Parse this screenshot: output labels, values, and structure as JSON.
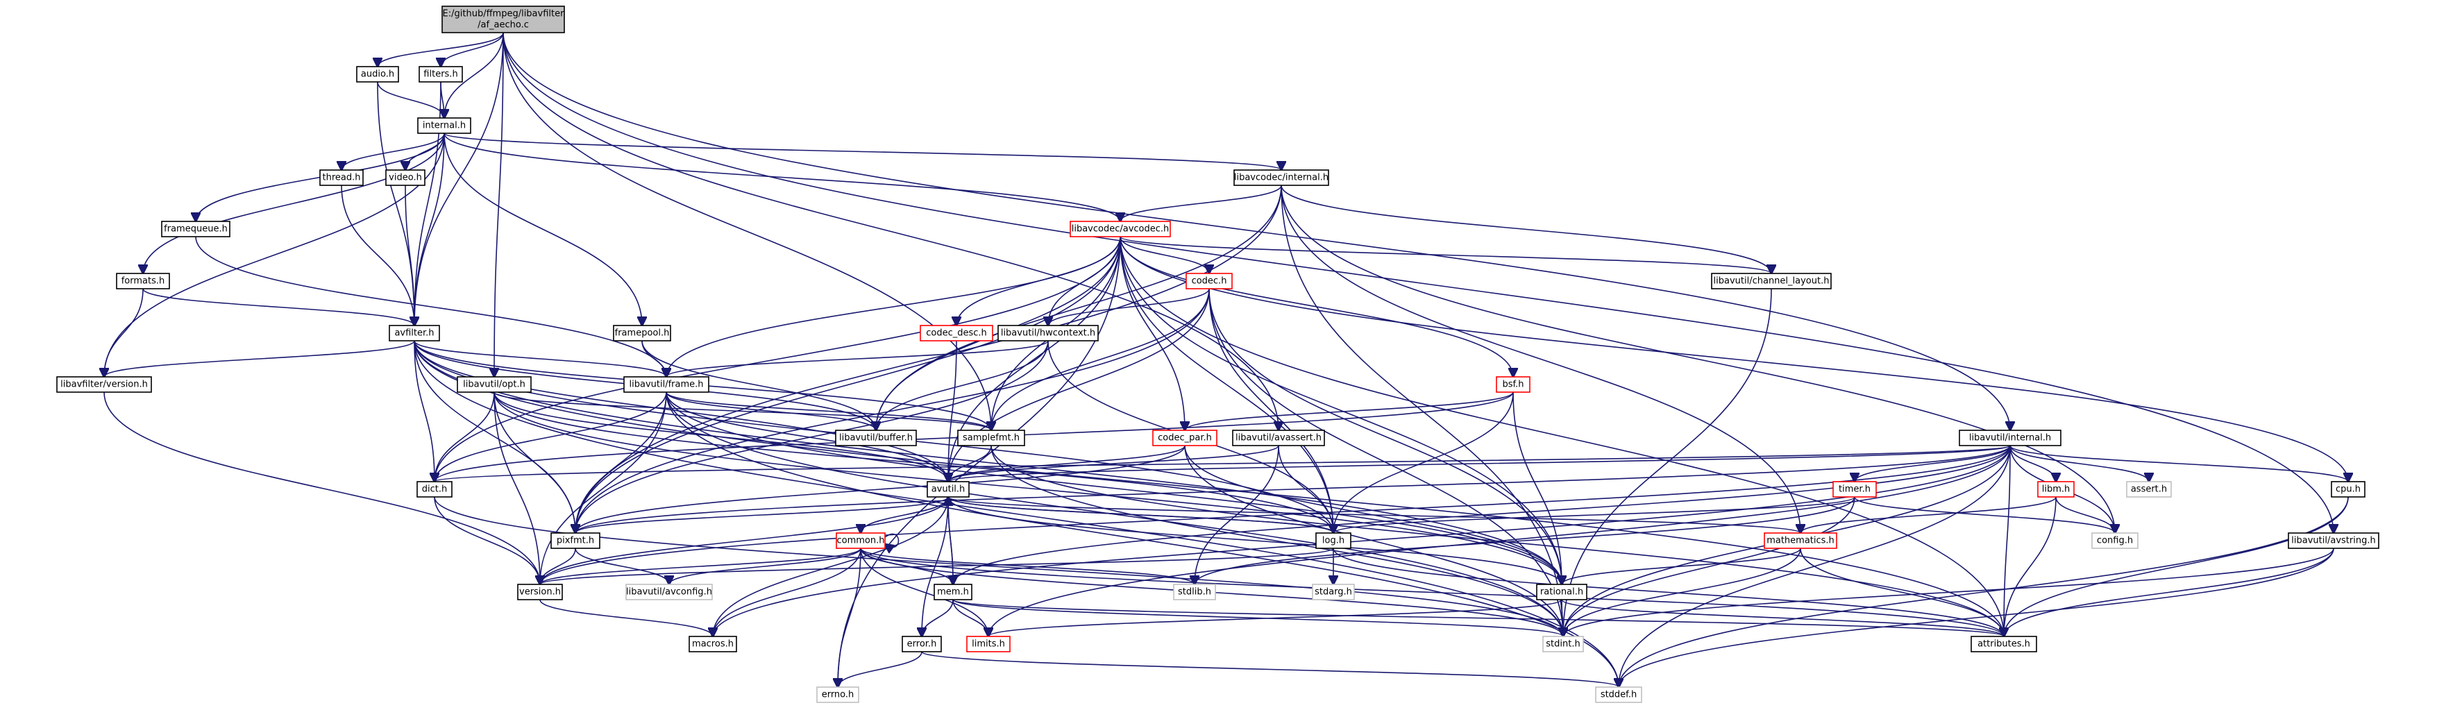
{
  "graph": {
    "nodes": [
      {
        "id": "af_aecho_c",
        "lines": [
          "E:/github/ffmpeg/libavfilter",
          "/af_aecho.c"
        ],
        "style": "root"
      },
      {
        "id": "audio_h",
        "lines": [
          "audio.h"
        ],
        "style": "normal"
      },
      {
        "id": "filters_h",
        "lines": [
          "filters.h"
        ],
        "style": "normal"
      },
      {
        "id": "internal_h",
        "lines": [
          "internal.h"
        ],
        "style": "normal"
      },
      {
        "id": "thread_h",
        "lines": [
          "thread.h"
        ],
        "style": "normal"
      },
      {
        "id": "video_h",
        "lines": [
          "video.h"
        ],
        "style": "normal"
      },
      {
        "id": "framequeue_h",
        "lines": [
          "framequeue.h"
        ],
        "style": "normal"
      },
      {
        "id": "formats_h",
        "lines": [
          "formats.h"
        ],
        "style": "normal"
      },
      {
        "id": "avfilter_h",
        "lines": [
          "avfilter.h"
        ],
        "style": "normal"
      },
      {
        "id": "framepool_h",
        "lines": [
          "framepool.h"
        ],
        "style": "normal"
      },
      {
        "id": "libavfilter_version_h",
        "lines": [
          "libavfilter/version.h"
        ],
        "style": "normal"
      },
      {
        "id": "libavutil_opt_h",
        "lines": [
          "libavutil/opt.h"
        ],
        "style": "normal"
      },
      {
        "id": "libavutil_frame_h",
        "lines": [
          "libavutil/frame.h"
        ],
        "style": "normal"
      },
      {
        "id": "libavcodec_internal_h",
        "lines": [
          "libavcodec/internal.h"
        ],
        "style": "normal"
      },
      {
        "id": "libavcodec_avcodec_h",
        "lines": [
          "libavcodec/avcodec.h"
        ],
        "style": "red"
      },
      {
        "id": "codec_desc_h",
        "lines": [
          "codec_desc.h"
        ],
        "style": "red"
      },
      {
        "id": "libavutil_hwcontext_h",
        "lines": [
          "libavutil/hwcontext.h"
        ],
        "style": "normal"
      },
      {
        "id": "codec_h",
        "lines": [
          "codec.h"
        ],
        "style": "red"
      },
      {
        "id": "bsf_h",
        "lines": [
          "bsf.h"
        ],
        "style": "red"
      },
      {
        "id": "codec_par_h",
        "lines": [
          "codec_par.h"
        ],
        "style": "red"
      },
      {
        "id": "libavutil_channel_layout_h",
        "lines": [
          "libavutil/channel_layout.h"
        ],
        "style": "normal"
      },
      {
        "id": "libavutil_buffer_h",
        "lines": [
          "libavutil/buffer.h"
        ],
        "style": "normal"
      },
      {
        "id": "samplefmt_h",
        "lines": [
          "samplefmt.h"
        ],
        "style": "normal"
      },
      {
        "id": "libavutil_avassert_h",
        "lines": [
          "libavutil/avassert.h"
        ],
        "style": "normal"
      },
      {
        "id": "libavutil_internal_h",
        "lines": [
          "libavutil/internal.h"
        ],
        "style": "normal"
      },
      {
        "id": "dict_h",
        "lines": [
          "dict.h"
        ],
        "style": "normal"
      },
      {
        "id": "avutil_h",
        "lines": [
          "avutil.h"
        ],
        "style": "normal"
      },
      {
        "id": "timer_h",
        "lines": [
          "timer.h"
        ],
        "style": "red"
      },
      {
        "id": "libm_h",
        "lines": [
          "libm.h"
        ],
        "style": "red"
      },
      {
        "id": "assert_h",
        "lines": [
          "assert.h"
        ],
        "style": "gray"
      },
      {
        "id": "cpu_h",
        "lines": [
          "cpu.h"
        ],
        "style": "normal"
      },
      {
        "id": "pixfmt_h",
        "lines": [
          "pixfmt.h"
        ],
        "style": "normal"
      },
      {
        "id": "log_h",
        "lines": [
          "log.h"
        ],
        "style": "normal"
      },
      {
        "id": "config_h",
        "lines": [
          "config.h"
        ],
        "style": "gray"
      },
      {
        "id": "libavutil_avstring_h",
        "lines": [
          "libavutil/avstring.h"
        ],
        "style": "normal"
      },
      {
        "id": "common_h",
        "lines": [
          "common.h"
        ],
        "style": "red"
      },
      {
        "id": "mathematics_h",
        "lines": [
          "mathematics.h"
        ],
        "style": "red"
      },
      {
        "id": "version_h",
        "lines": [
          "version.h"
        ],
        "style": "normal"
      },
      {
        "id": "libavutil_avconfig_h",
        "lines": [
          "libavutil/avconfig.h"
        ],
        "style": "gray"
      },
      {
        "id": "stdlib_h",
        "lines": [
          "stdlib.h"
        ],
        "style": "gray"
      },
      {
        "id": "stdarg_h",
        "lines": [
          "stdarg.h"
        ],
        "style": "gray"
      },
      {
        "id": "mem_h",
        "lines": [
          "mem.h"
        ],
        "style": "normal"
      },
      {
        "id": "rational_h",
        "lines": [
          "rational.h"
        ],
        "style": "normal"
      },
      {
        "id": "macros_h",
        "lines": [
          "macros.h"
        ],
        "style": "normal"
      },
      {
        "id": "error_h",
        "lines": [
          "error.h"
        ],
        "style": "normal"
      },
      {
        "id": "limits_h",
        "lines": [
          "limits.h"
        ],
        "style": "red"
      },
      {
        "id": "stdint_h",
        "lines": [
          "stdint.h"
        ],
        "style": "gray"
      },
      {
        "id": "attributes_h",
        "lines": [
          "attributes.h"
        ],
        "style": "normal"
      },
      {
        "id": "errno_h",
        "lines": [
          "errno.h"
        ],
        "style": "gray"
      },
      {
        "id": "stddef_h",
        "lines": [
          "stddef.h"
        ],
        "style": "gray"
      }
    ],
    "edges": [
      [
        "af_aecho_c",
        "audio_h"
      ],
      [
        "af_aecho_c",
        "filters_h"
      ],
      [
        "af_aecho_c",
        "internal_h"
      ],
      [
        "af_aecho_c",
        "avfilter_h"
      ],
      [
        "af_aecho_c",
        "libavutil_opt_h"
      ],
      [
        "af_aecho_c",
        "samplefmt_h"
      ],
      [
        "af_aecho_c",
        "libavutil_avassert_h"
      ],
      [
        "af_aecho_c",
        "libavutil_avstring_h"
      ],
      [
        "af_aecho_c",
        "libavutil_internal_h"
      ],
      [
        "audio_h",
        "internal_h"
      ],
      [
        "audio_h",
        "avfilter_h"
      ],
      [
        "filters_h",
        "internal_h"
      ],
      [
        "filters_h",
        "avfilter_h"
      ],
      [
        "internal_h",
        "thread_h"
      ],
      [
        "internal_h",
        "video_h"
      ],
      [
        "internal_h",
        "framequeue_h"
      ],
      [
        "internal_h",
        "formats_h"
      ],
      [
        "internal_h",
        "avfilter_h"
      ],
      [
        "internal_h",
        "framepool_h"
      ],
      [
        "internal_h",
        "libavfilter_version_h"
      ],
      [
        "internal_h",
        "libavcodec_avcodec_h"
      ],
      [
        "internal_h",
        "libavcodec_internal_h"
      ],
      [
        "thread_h",
        "avfilter_h"
      ],
      [
        "video_h",
        "avfilter_h"
      ],
      [
        "framequeue_h",
        "libavutil_frame_h"
      ],
      [
        "formats_h",
        "avfilter_h"
      ],
      [
        "formats_h",
        "libavfilter_version_h"
      ],
      [
        "avfilter_h",
        "libavfilter_version_h"
      ],
      [
        "avfilter_h",
        "libavutil_frame_h"
      ],
      [
        "avfilter_h",
        "libavutil_buffer_h"
      ],
      [
        "avfilter_h",
        "samplefmt_h"
      ],
      [
        "avfilter_h",
        "avutil_h"
      ],
      [
        "avfilter_h",
        "dict_h"
      ],
      [
        "avfilter_h",
        "pixfmt_h"
      ],
      [
        "avfilter_h",
        "log_h"
      ],
      [
        "avfilter_h",
        "rational_h"
      ],
      [
        "avfilter_h",
        "attributes_h"
      ],
      [
        "avfilter_h",
        "stddef_h"
      ],
      [
        "framepool_h",
        "libavutil_frame_h"
      ],
      [
        "framepool_h",
        "libavutil_buffer_h"
      ],
      [
        "libavfilter_version_h",
        "version_h"
      ],
      [
        "libavutil_opt_h",
        "rational_h"
      ],
      [
        "libavutil_opt_h",
        "avutil_h"
      ],
      [
        "libavutil_opt_h",
        "dict_h"
      ],
      [
        "libavutil_opt_h",
        "log_h"
      ],
      [
        "libavutil_opt_h",
        "pixfmt_h"
      ],
      [
        "libavutil_opt_h",
        "samplefmt_h"
      ],
      [
        "libavutil_opt_h",
        "version_h"
      ],
      [
        "libavutil_frame_h",
        "avutil_h"
      ],
      [
        "libavutil_frame_h",
        "libavutil_buffer_h"
      ],
      [
        "libavutil_frame_h",
        "dict_h"
      ],
      [
        "libavutil_frame_h",
        "rational_h"
      ],
      [
        "libavutil_frame_h",
        "samplefmt_h"
      ],
      [
        "libavutil_frame_h",
        "pixfmt_h"
      ],
      [
        "libavutil_frame_h",
        "version_h"
      ],
      [
        "libavutil_frame_h",
        "stdint_h"
      ],
      [
        "libavutil_frame_h",
        "stddef_h"
      ],
      [
        "libavcodec_internal_h",
        "libavcodec_avcodec_h"
      ],
      [
        "libavcodec_internal_h",
        "libavutil_buffer_h"
      ],
      [
        "libavcodec_internal_h",
        "libavutil_channel_layout_h"
      ],
      [
        "libavcodec_internal_h",
        "mathematics_h"
      ],
      [
        "libavcodec_internal_h",
        "pixfmt_h"
      ],
      [
        "libavcodec_internal_h",
        "config_h"
      ],
      [
        "libavcodec_internal_h",
        "stdint_h"
      ],
      [
        "libavcodec_avcodec_h",
        "codec_desc_h"
      ],
      [
        "libavcodec_avcodec_h",
        "libavutil_hwcontext_h"
      ],
      [
        "libavcodec_avcodec_h",
        "codec_h"
      ],
      [
        "libavcodec_avcodec_h",
        "bsf_h"
      ],
      [
        "libavcodec_avcodec_h",
        "codec_par_h"
      ],
      [
        "libavcodec_avcodec_h",
        "libavutil_channel_layout_h"
      ],
      [
        "libavcodec_avcodec_h",
        "samplefmt_h"
      ],
      [
        "libavcodec_avcodec_h",
        "libavutil_buffer_h"
      ],
      [
        "libavcodec_avcodec_h",
        "libavutil_frame_h"
      ],
      [
        "libavcodec_avcodec_h",
        "dict_h"
      ],
      [
        "libavcodec_avcodec_h",
        "avutil_h"
      ],
      [
        "libavcodec_avcodec_h",
        "log_h"
      ],
      [
        "libavcodec_avcodec_h",
        "pixfmt_h"
      ],
      [
        "libavcodec_avcodec_h",
        "rational_h"
      ],
      [
        "libavcodec_avcodec_h",
        "attributes_h"
      ],
      [
        "libavcodec_avcodec_h",
        "cpu_h"
      ],
      [
        "libavcodec_avcodec_h",
        "errno_h"
      ],
      [
        "codec_desc_h",
        "avutil_h"
      ],
      [
        "libavutil_hwcontext_h",
        "libavutil_buffer_h"
      ],
      [
        "libavutil_hwcontext_h",
        "libavutil_frame_h"
      ],
      [
        "libavutil_hwcontext_h",
        "log_h"
      ],
      [
        "libavutil_hwcontext_h",
        "pixfmt_h"
      ],
      [
        "codec_h",
        "libavutil_hwcontext_h"
      ],
      [
        "codec_h",
        "samplefmt_h"
      ],
      [
        "codec_h",
        "log_h"
      ],
      [
        "codec_h",
        "pixfmt_h"
      ],
      [
        "codec_h",
        "rational_h"
      ],
      [
        "codec_h",
        "avutil_h"
      ],
      [
        "codec_h",
        "stdint_h"
      ],
      [
        "bsf_h",
        "codec_par_h"
      ],
      [
        "bsf_h",
        "log_h"
      ],
      [
        "bsf_h",
        "rational_h"
      ],
      [
        "bsf_h",
        "dict_h"
      ],
      [
        "codec_par_h",
        "avutil_h"
      ],
      [
        "codec_par_h",
        "pixfmt_h"
      ],
      [
        "codec_par_h",
        "rational_h"
      ],
      [
        "codec_par_h",
        "stdint_h"
      ],
      [
        "libavutil_channel_layout_h",
        "stdint_h"
      ],
      [
        "samplefmt_h",
        "avutil_h"
      ],
      [
        "samplefmt_h",
        "attributes_h"
      ],
      [
        "samplefmt_h",
        "stdint_h"
      ],
      [
        "libavutil_avassert_h",
        "stdlib_h"
      ],
      [
        "libavutil_avassert_h",
        "avutil_h"
      ],
      [
        "libavutil_avassert_h",
        "log_h"
      ],
      [
        "libavutil_internal_h",
        "timer_h"
      ],
      [
        "libavutil_internal_h",
        "libm_h"
      ],
      [
        "libavutil_internal_h",
        "assert_h"
      ],
      [
        "libavutil_internal_h",
        "cpu_h"
      ],
      [
        "libavutil_internal_h",
        "config_h"
      ],
      [
        "libavutil_internal_h",
        "dict_h"
      ],
      [
        "libavutil_internal_h",
        "pixfmt_h"
      ],
      [
        "libavutil_internal_h",
        "mem_h"
      ],
      [
        "libavutil_internal_h",
        "attributes_h"
      ],
      [
        "libavutil_internal_h",
        "macros_h"
      ],
      [
        "libavutil_internal_h",
        "limits_h"
      ],
      [
        "libavutil_internal_h",
        "stdint_h"
      ],
      [
        "libavutil_internal_h",
        "stddef_h"
      ],
      [
        "libavutil_internal_h",
        "avutil_h"
      ],
      [
        "libavutil_internal_h",
        "version_h"
      ],
      [
        "dict_h",
        "version_h"
      ],
      [
        "dict_h",
        "stdint_h"
      ],
      [
        "avutil_h",
        "common_h"
      ],
      [
        "avutil_h",
        "error_h"
      ],
      [
        "avutil_h",
        "version_h"
      ],
      [
        "avutil_h",
        "macros_h"
      ],
      [
        "avutil_h",
        "mathematics_h"
      ],
      [
        "avutil_h",
        "rational_h"
      ],
      [
        "avutil_h",
        "log_h"
      ],
      [
        "avutil_h",
        "pixfmt_h"
      ],
      [
        "avutil_h",
        "mem_h"
      ],
      [
        "timer_h",
        "log_h"
      ],
      [
        "timer_h",
        "config_h"
      ],
      [
        "timer_h",
        "stdint_h"
      ],
      [
        "timer_h",
        "stdlib_h"
      ],
      [
        "libm_h",
        "config_h"
      ],
      [
        "libm_h",
        "attributes_h"
      ],
      [
        "libm_h",
        "mathematics_h"
      ],
      [
        "cpu_h",
        "attributes_h"
      ],
      [
        "cpu_h",
        "stddef_h"
      ],
      [
        "pixfmt_h",
        "version_h"
      ],
      [
        "pixfmt_h",
        "libavutil_avconfig_h"
      ],
      [
        "log_h",
        "stdarg_h"
      ],
      [
        "log_h",
        "attributes_h"
      ],
      [
        "log_h",
        "version_h"
      ],
      [
        "log_h",
        "avutil_h"
      ],
      [
        "libavutil_avstring_h",
        "attributes_h"
      ],
      [
        "libavutil_avstring_h",
        "stddef_h"
      ],
      [
        "libavutil_avstring_h",
        "stdint_h"
      ],
      [
        "common_h",
        "libavutil_avconfig_h"
      ],
      [
        "common_h",
        "attributes_h"
      ],
      [
        "common_h",
        "macros_h"
      ],
      [
        "common_h",
        "version_h"
      ],
      [
        "common_h",
        "mem_h"
      ],
      [
        "common_h",
        "errno_h"
      ],
      [
        "common_h",
        "limits_h"
      ],
      [
        "common_h",
        "stdint_h"
      ],
      [
        "common_h",
        "stdlib_h"
      ],
      [
        "common_h",
        "common_h"
      ],
      [
        "mathematics_h",
        "rational_h"
      ],
      [
        "mathematics_h",
        "attributes_h"
      ],
      [
        "mathematics_h",
        "stdint_h"
      ],
      [
        "version_h",
        "macros_h"
      ],
      [
        "mem_h",
        "error_h"
      ],
      [
        "mem_h",
        "attributes_h"
      ],
      [
        "mem_h",
        "avutil_h"
      ],
      [
        "mem_h",
        "limits_h"
      ],
      [
        "mem_h",
        "stdint_h"
      ],
      [
        "rational_h",
        "attributes_h"
      ],
      [
        "rational_h",
        "limits_h"
      ],
      [
        "rational_h",
        "stdint_h"
      ],
      [
        "error_h",
        "errno_h"
      ],
      [
        "error_h",
        "stddef_h"
      ]
    ]
  }
}
